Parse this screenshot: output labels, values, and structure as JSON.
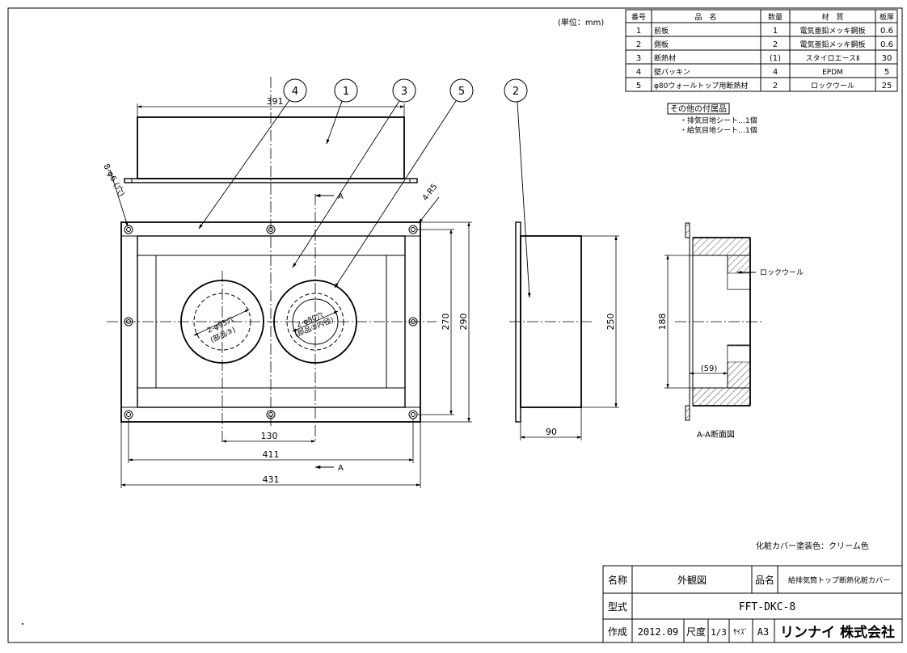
{
  "unit_note": "(単位：mm)",
  "parts_table": {
    "headers": [
      "番号",
      "品　名",
      "数量",
      "材　質",
      "板厚"
    ],
    "rows": [
      [
        "1",
        "前板",
        "1",
        "電気亜鉛メッキ鋼板",
        "0.6"
      ],
      [
        "2",
        "側板",
        "2",
        "電気亜鉛メッキ鋼板",
        "0.6"
      ],
      [
        "3",
        "断熱材",
        "(1)",
        "スタイロエースⅡ",
        "30"
      ],
      [
        "4",
        "壁パッキン",
        "4",
        "EPDM",
        "5"
      ],
      [
        "5",
        "φ80ウォールトップ用断熱材",
        "2",
        "ロックウール",
        "25"
      ]
    ]
  },
  "accessories": {
    "title": "その他の付属品",
    "items": [
      "・排気目地シート…1個",
      "・給気目地シート…1個"
    ]
  },
  "balloons": [
    "4",
    "1",
    "3",
    "5",
    "2"
  ],
  "dimensions": {
    "top_width": "391",
    "hole_pitch": "130",
    "inner_width": "411",
    "outer_width": "431",
    "height_270": "270",
    "height_290": "290",
    "side_height": "250",
    "side_depth": "90",
    "section_height": "188",
    "section_inset": "(59)"
  },
  "notes": {
    "holes_corner": "8-φ6 (穴)",
    "radius": "4-R5",
    "section_mark": "A",
    "hole_left": "2-φ95穴",
    "hole_left_sub": "(部品③)",
    "hole_right": "2-φ80穴",
    "hole_right_sub": "(部品⑤内径)",
    "rockwool": "ロックウール",
    "section_caption": "A-A断面図",
    "paint_color": "化粧カバー塗装色：クリーム色"
  },
  "title_block": {
    "name_label": "名称",
    "name_value": "外観図",
    "product_label": "品名",
    "product_value": "給排気筒トップ断熱化粧カバー",
    "model_label": "型式",
    "model_value": "FFT-DKC-8",
    "made_label": "作成",
    "made_value": "2012.09",
    "scale_label": "尺度",
    "scale_value": "1/3",
    "size_label": "ｻｲｽﾞ",
    "size_value": "A3",
    "company": "リンナイ 株式会社"
  }
}
